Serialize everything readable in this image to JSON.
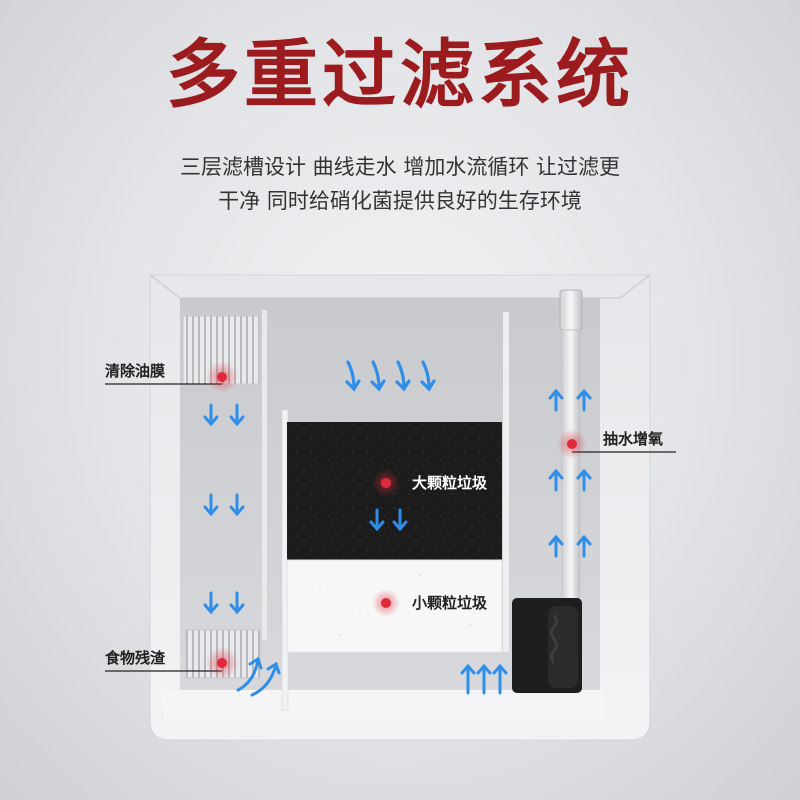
{
  "title": "多重过滤系统",
  "subtitle_line1": "三层滤槽设计 曲线走水 增加水流循环 让过滤更",
  "subtitle_line2": "干净 同时给硝化菌提供良好的生存环境",
  "labels": {
    "oil_film": "清除油膜",
    "food_residue": "食物残渣",
    "large_particles": "大颗粒垃圾",
    "small_particles": "小颗粒垃圾",
    "pump_oxygen": "抽水增氧"
  },
  "colors": {
    "title": "#9b1b1e",
    "arrow": "#2f8ee8",
    "marker": "#e02a3a",
    "sponge": "#1c1c1c"
  }
}
